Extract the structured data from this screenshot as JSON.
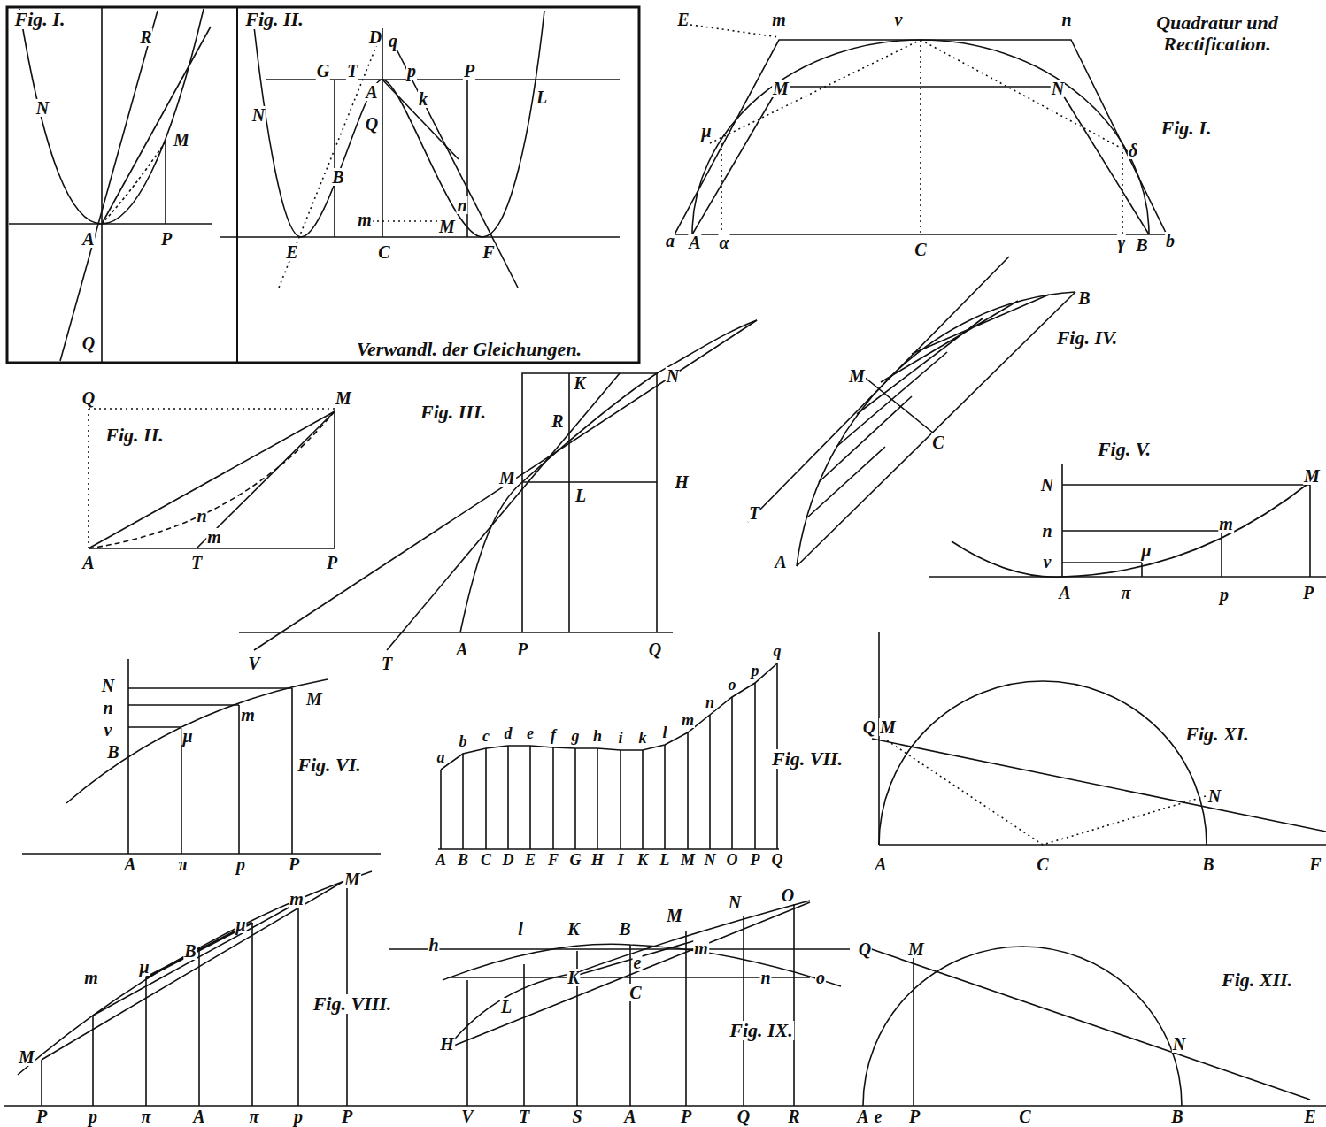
{
  "diagram": {
    "title": "Quadratur und Rectification.",
    "labels": [
      "Fig. I.",
      "N",
      "R",
      "M",
      "A",
      "P",
      "Q",
      "Fig. II.",
      "D",
      "q",
      "p",
      "P",
      "G",
      "T",
      "A",
      "k",
      "L",
      "N",
      "Q",
      "B",
      "m",
      "n",
      "M",
      "E",
      "C",
      "F",
      "Verwandl. der Gleichungen.",
      "E",
      "m",
      "ν",
      "n",
      "M",
      "N",
      "μ",
      "Fig. I.",
      "δ",
      "a",
      "A",
      "α",
      "C",
      "γ",
      "B",
      "b",
      "Q",
      "M",
      "Fig. II.",
      "n",
      "m",
      "A",
      "T",
      "P",
      "Fig. III.",
      "K",
      "N",
      "R",
      "M",
      "L",
      "H",
      "V",
      "T",
      "A",
      "P",
      "Q",
      "B",
      "Fig. IV.",
      "M",
      "C",
      "T",
      "A",
      "Fig. V.",
      "N",
      "M",
      "n",
      "m",
      "ν",
      "μ",
      "A",
      "π",
      "p",
      "P",
      "N",
      "n",
      "ν",
      "B",
      "M",
      "m",
      "μ",
      "Fig. VI.",
      "A",
      "π",
      "p",
      "P",
      "a",
      "b",
      "c",
      "d",
      "e",
      "f",
      "g",
      "h",
      "i",
      "k",
      "l",
      "m",
      "n",
      "o",
      "p",
      "q",
      "A",
      "B",
      "C",
      "D",
      "E",
      "F",
      "G",
      "H",
      "I",
      "K",
      "L",
      "M",
      "N",
      "O",
      "P",
      "Q",
      "Fig. VII.",
      "Q",
      "M",
      "Fig. XI.",
      "N",
      "A",
      "C",
      "B",
      "F",
      "M",
      "m",
      "μ",
      "B",
      "μ",
      "m",
      "M",
      "Fig. VIII.",
      "P",
      "p",
      "π",
      "A",
      "π",
      "p",
      "P",
      "h",
      "l",
      "K",
      "B",
      "M",
      "N",
      "O",
      "K",
      "e",
      "m",
      "C",
      "n",
      "o",
      "L",
      "Fig. IX.",
      "H",
      "V",
      "T",
      "S",
      "A",
      "P",
      "Q",
      "R",
      "Q",
      "M",
      "Fig. XII.",
      "N",
      "A",
      "e",
      "P",
      "C",
      "B",
      "E"
    ]
  }
}
